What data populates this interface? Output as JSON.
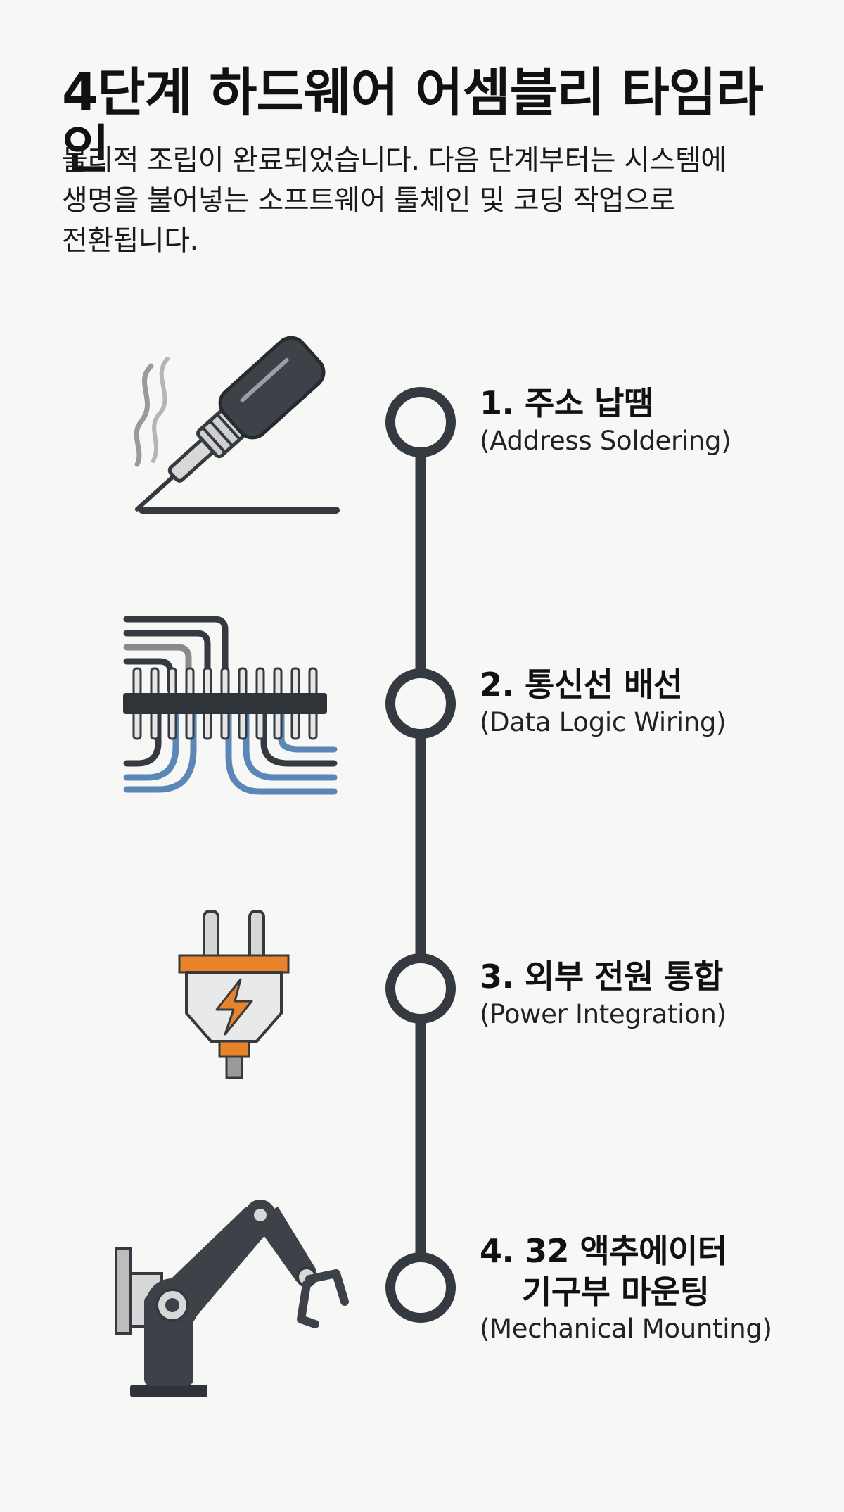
{
  "header": {
    "title": "4단계 하드웨어 어셈블리 타임라인",
    "description_lines": [
      "물리적 조립이 완료되었습니다. 다음 단계부터는 시스템에",
      "생명을 불어넣는 소프트웨어 툴체인 및 코딩 작업으로",
      "전환됩니다."
    ]
  },
  "steps": [
    {
      "title": "1. 주소 납땜",
      "subtitle": "(Address Soldering)",
      "icon": "soldering-iron-icon"
    },
    {
      "title": "2. 통신선 배선",
      "subtitle": "(Data Logic Wiring)",
      "icon": "wiring-harness-icon"
    },
    {
      "title": "3. 외부 전원 통합",
      "subtitle": "(Power Integration)",
      "icon": "power-plug-icon"
    },
    {
      "title_line1": "4. 32 액추에이터",
      "title_line2": "기구부 마운팅",
      "subtitle": "(Mechanical Mounting)",
      "icon": "robot-arm-icon"
    }
  ],
  "colors": {
    "line": "#343a40",
    "wire_blue": "#5b87b8",
    "plug_orange": "#e8832a",
    "background": "#f7f7f6"
  }
}
